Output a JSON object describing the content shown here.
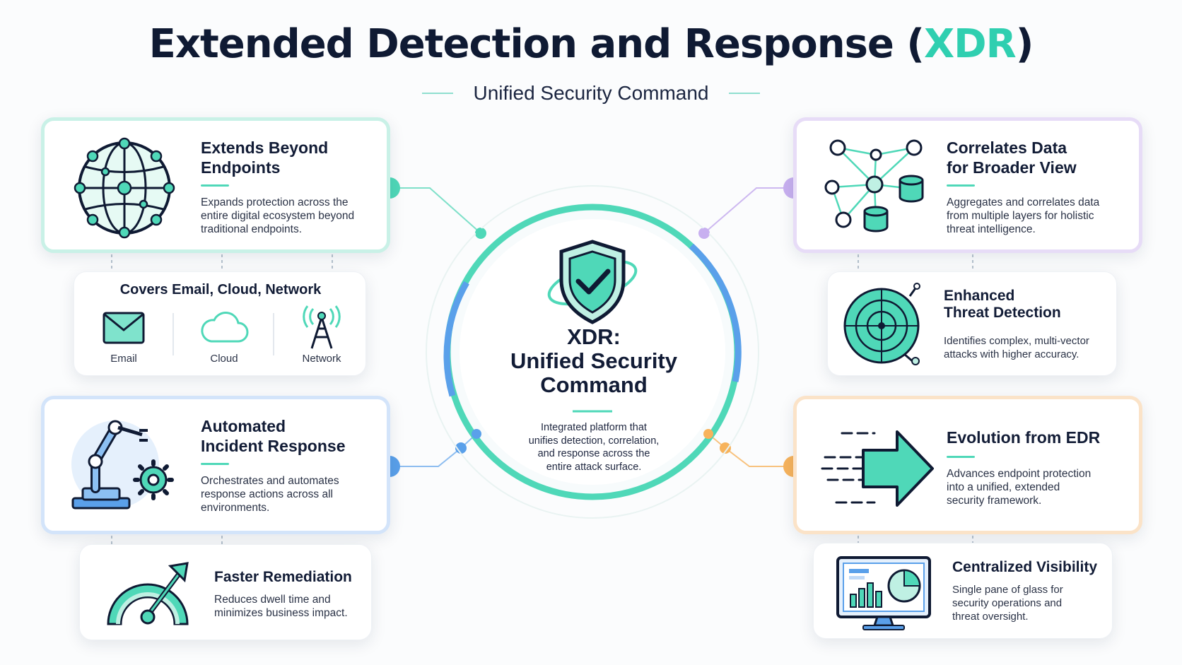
{
  "header": {
    "title_main": "Extended Detection and Response (",
    "title_accent": "XDR",
    "title_end": ")",
    "subtitle": "Unified Security Command"
  },
  "center": {
    "title_line1": "XDR:",
    "title_line2": "Unified Security",
    "title_line3": "Command",
    "desc_line1": "Integrated platform that",
    "desc_line2": "unifies detection, correlation,",
    "desc_line3": "and response across the",
    "desc_line4": "entire attack surface."
  },
  "cards": {
    "extends": {
      "title_line1": "Extends Beyond",
      "title_line2": "Endpoints",
      "desc_line1": "Expands protection across the",
      "desc_line2": "entire digital ecosystem beyond",
      "desc_line3": "traditional endpoints."
    },
    "covers": {
      "title": "Covers Email, Cloud, Network",
      "email": "Email",
      "cloud": "Cloud",
      "network": "Network"
    },
    "automated": {
      "title_line1": "Automated",
      "title_line2": "Incident Response",
      "desc_line1": "Orchestrates and automates",
      "desc_line2": "response actions across all",
      "desc_line3": "environments."
    },
    "faster": {
      "title": "Faster Remediation",
      "desc_line1": "Reduces dwell time and",
      "desc_line2": "minimizes business impact."
    },
    "correlates": {
      "title_line1": "Correlates Data",
      "title_line2": "for Broader View",
      "desc_line1": "Aggregates and correlates data",
      "desc_line2": "from multiple layers for holistic",
      "desc_line3": "threat intelligence."
    },
    "enhanced": {
      "title_line1": "Enhanced",
      "title_line2": "Threat Detection",
      "desc_line1": "Identifies complex, multi-vector",
      "desc_line2": "attacks with higher accuracy."
    },
    "evolution": {
      "title": "Evolution from EDR",
      "desc_line1": "Advances endpoint protection",
      "desc_line2": "into a unified, extended",
      "desc_line3": "security framework."
    },
    "centralized": {
      "title": "Centralized Visibility",
      "desc_line1": "Single pane of glass for",
      "desc_line2": "security operations and",
      "desc_line3": "threat oversight."
    }
  },
  "colors": {
    "teal": "#2fcfb0",
    "purple": "#b89be8",
    "blue": "#5aa0ea",
    "orange": "#f5b055",
    "navy": "#0f1a33"
  },
  "icons": {
    "extends": "globe-network-icon",
    "email": "envelope-icon",
    "cloud": "cloud-icon",
    "network": "antenna-tower-icon",
    "automated": "robot-arm-gear-icon",
    "faster": "speedometer-arrow-icon",
    "correlates": "node-graph-database-icon",
    "enhanced": "radar-icon",
    "evolution": "fast-arrow-icon",
    "centralized": "monitor-dashboard-icon",
    "center": "shield-check-icon"
  }
}
